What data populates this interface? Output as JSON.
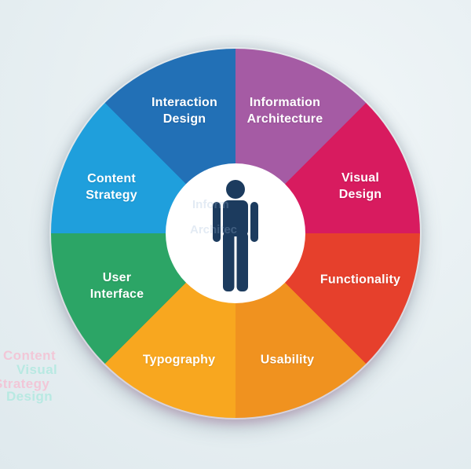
{
  "chart_data": {
    "type": "pie",
    "title": "UX disciplines wheel",
    "legend_position": "labels-on-segments",
    "label_color": "#ffffff",
    "segments": [
      {
        "label": "Information Architecture",
        "lines": [
          "Information",
          "Architecture"
        ],
        "value": 12.5,
        "angle_start_deg": 0,
        "angle_end_deg": 45,
        "color": "#a55ba4"
      },
      {
        "label": "Visual Design",
        "lines": [
          "Visual",
          "Design"
        ],
        "value": 12.5,
        "angle_start_deg": 45,
        "angle_end_deg": 90,
        "color": "#d81b5f"
      },
      {
        "label": "Functionality",
        "lines": [
          "Functionality"
        ],
        "value": 12.5,
        "angle_start_deg": 90,
        "angle_end_deg": 135,
        "color": "#e6402c"
      },
      {
        "label": "Usability",
        "lines": [
          "Usability"
        ],
        "value": 12.5,
        "angle_start_deg": 135,
        "angle_end_deg": 180,
        "color": "#f0921f"
      },
      {
        "label": "Typography",
        "lines": [
          "Typography"
        ],
        "value": 12.5,
        "angle_start_deg": 180,
        "angle_end_deg": 225,
        "color": "#f8a71f"
      },
      {
        "label": "User Interface",
        "lines": [
          "User",
          "Interface"
        ],
        "value": 12.5,
        "angle_start_deg": 225,
        "angle_end_deg": 270,
        "color": "#2ca566"
      },
      {
        "label": "Content Strategy",
        "lines": [
          "Content",
          "Strategy"
        ],
        "value": 12.5,
        "angle_start_deg": 270,
        "angle_end_deg": 315,
        "color": "#1f9fdc"
      },
      {
        "label": "Interaction Design",
        "lines": [
          "Interaction",
          "Design"
        ],
        "value": 12.5,
        "angle_start_deg": 315,
        "angle_end_deg": 360,
        "color": "#2270b6"
      }
    ],
    "center_icon": "person-icon",
    "center_icon_color": "#1c3b5e",
    "center_bg": "#ffffff"
  },
  "artifacts": {
    "ghost_words": [
      {
        "text": "Content",
        "color": "#f6bed2"
      },
      {
        "text": "Visual",
        "color": "#aee9df"
      },
      {
        "text": "Strategy",
        "color": "#f6bed2"
      },
      {
        "text": "Design",
        "color": "#aee9df"
      }
    ],
    "hub_ghost_words": [
      {
        "text": "Inform",
        "color": "#9db8d8"
      },
      {
        "text": "Architec",
        "color": "#9db8d8"
      }
    ]
  },
  "colors": {
    "background_edge": "#d8e4e9",
    "background_center": "#f1f6f8"
  }
}
